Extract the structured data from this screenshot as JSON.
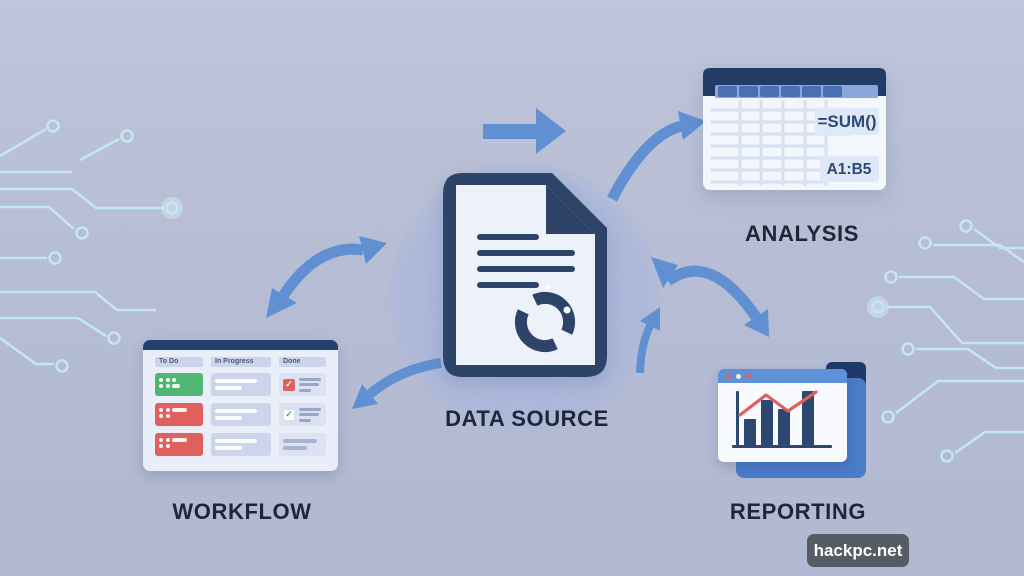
{
  "diagram": {
    "data_source": {
      "label": "DATA SOURCE"
    },
    "analysis": {
      "label": "ANALYSIS",
      "formula_badge": "=SUM()",
      "range_badge": "A1:B5"
    },
    "workflow": {
      "label": "WORKFLOW",
      "columns": [
        {
          "title": "To Do"
        },
        {
          "title": "In Progress"
        },
        {
          "title": "Done"
        }
      ]
    },
    "reporting": {
      "label": "REPORTING"
    }
  },
  "icons": {
    "check": "✓"
  },
  "watermark": {
    "text": "hackpc.net"
  },
  "colors": {
    "background": "#b6bdd4",
    "navy": "#2e4368",
    "arrow_blue": "#6190d2",
    "circuit_cyan": "#c7ebf4",
    "card_green": "#4fb673",
    "card_red": "#e0605e",
    "chart_bar_navy": "#2c4770",
    "chart_line_red": "#e0605e",
    "watermark_bg": "#4e525a"
  },
  "chart_data": {
    "type": "bar",
    "values": [
      26,
      45,
      36,
      54
    ],
    "line_points": [
      [
        14,
        26
      ],
      [
        40,
        6
      ],
      [
        62,
        22
      ],
      [
        90,
        3
      ]
    ],
    "ylim": [
      0,
      56
    ]
  }
}
